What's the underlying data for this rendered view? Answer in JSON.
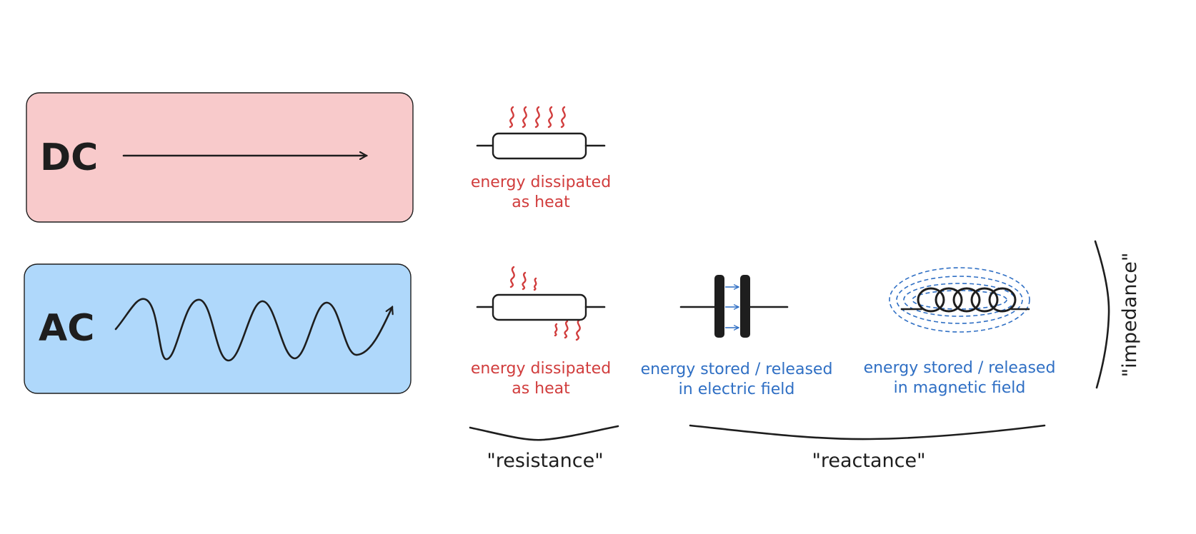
{
  "colors": {
    "dc_panel": "#f8cacb",
    "ac_panel": "#afd8fb",
    "heat": "#d13d3d",
    "field": "#2f6fc4",
    "ink": "#1e1e1e"
  },
  "panels": {
    "dc": {
      "label": "DC"
    },
    "ac": {
      "label": "AC"
    }
  },
  "components": {
    "dc_resistor": {
      "caption_line1": "energy dissipated",
      "caption_line2": "as heat"
    },
    "ac_resistor": {
      "caption_line1": "energy dissipated",
      "caption_line2": "as heat"
    },
    "capacitor": {
      "caption_line1": "energy stored / released",
      "caption_line2": "in electric field"
    },
    "inductor": {
      "caption_line1": "energy stored / released",
      "caption_line2": "in magnetic field"
    }
  },
  "groupings": {
    "resistance": "\"resistance\"",
    "reactance": "\"reactance\"",
    "impedance": "\"impedance\""
  }
}
